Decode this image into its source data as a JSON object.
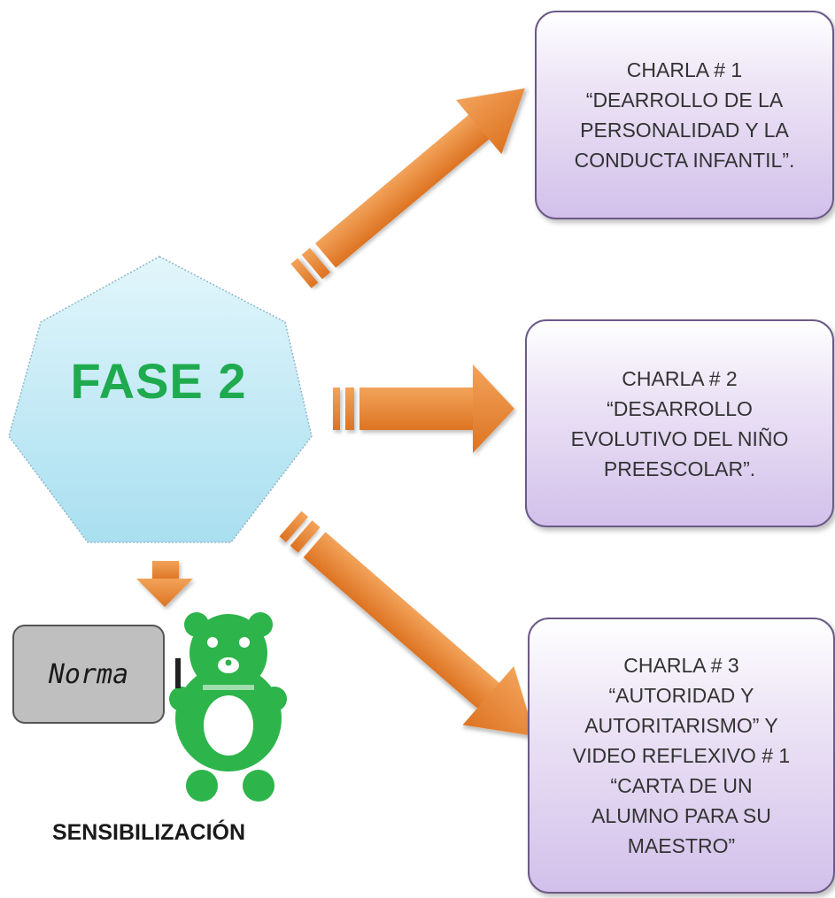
{
  "phase": {
    "label": "FASE 2",
    "color": "#1faa4f"
  },
  "talks": [
    {
      "lines": [
        "CHARLA # 1",
        "“DEARROLLO DE LA",
        "PERSONALIDAD Y LA",
        "CONDUCTA INFANTIL”."
      ]
    },
    {
      "lines": [
        "CHARLA # 2",
        "“DESARROLLO",
        "EVOLUTIVO DEL NIÑO",
        "PREESCOLAR”."
      ]
    },
    {
      "lines": [
        "CHARLA # 3",
        "“AUTORIDAD Y",
        "AUTORITARISMO” Y",
        "VIDEO REFLEXIVO # 1",
        "“CARTA DE UN",
        "ALUMNO PARA SU",
        "MAESTRO”"
      ]
    }
  ],
  "sign": {
    "label": "Norma"
  },
  "caption": "SENSIBILIZACIÓN",
  "colors": {
    "arrow": "#e8822e",
    "box_fill": "#d9c9ee",
    "heptagon_fill": "#c6ecf6",
    "bear": "#2db44a"
  },
  "icons": [
    "heptagon-shape",
    "arrow-icon",
    "bear-icon"
  ]
}
